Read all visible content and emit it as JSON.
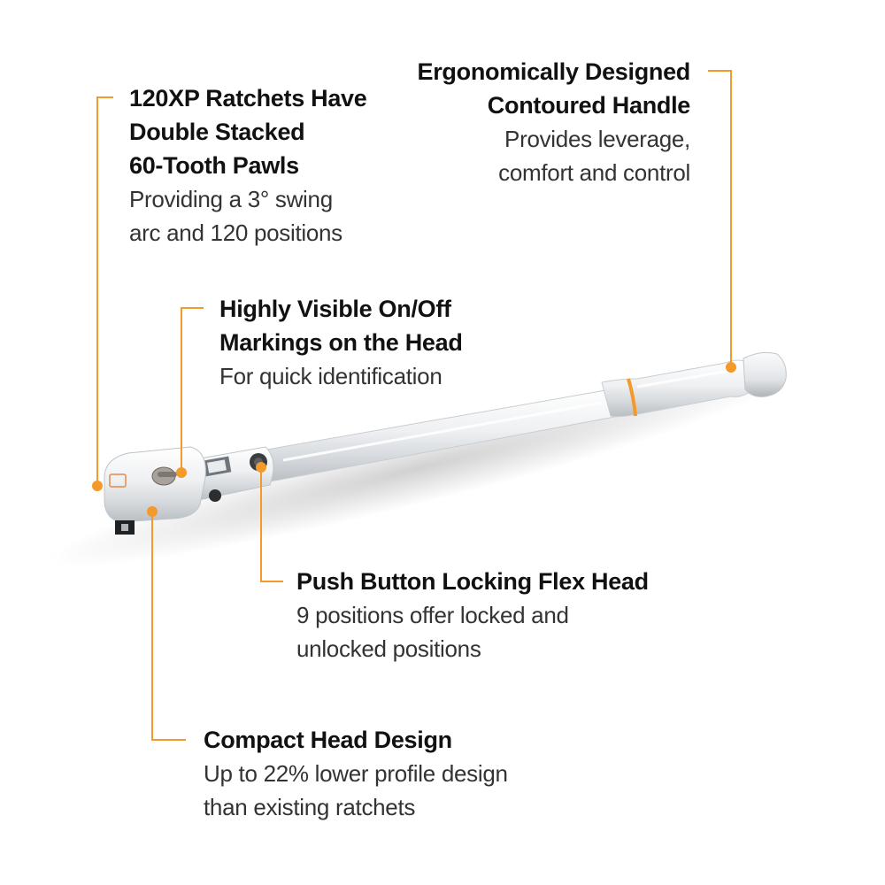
{
  "accent_color": "#F39A2B",
  "callouts": {
    "pawls": {
      "title_lines": [
        "120XP Ratchets Have",
        "Double Stacked",
        "60-Tooth Pawls"
      ],
      "desc_lines": [
        "Providing a 3° swing",
        "arc and 120 positions"
      ]
    },
    "handle": {
      "title_lines": [
        "Ergonomically Designed",
        "Contoured Handle"
      ],
      "desc_lines": [
        "Provides leverage,",
        "comfort and control"
      ]
    },
    "markings": {
      "title_lines": [
        "Highly Visible On/Off",
        "Markings on the Head"
      ],
      "desc_lines": [
        "For quick identification"
      ]
    },
    "flex_head": {
      "title_lines": [
        "Push Button Locking Flex Head"
      ],
      "desc_lines": [
        "9 positions offer locked and",
        "unlocked positions"
      ]
    },
    "compact": {
      "title_lines": [
        "Compact Head Design"
      ],
      "desc_lines": [
        "Up to 22% lower profile design",
        "than existing ratchets"
      ]
    }
  },
  "product": {
    "name": "flex-head ratchet",
    "finish": "chrome"
  }
}
